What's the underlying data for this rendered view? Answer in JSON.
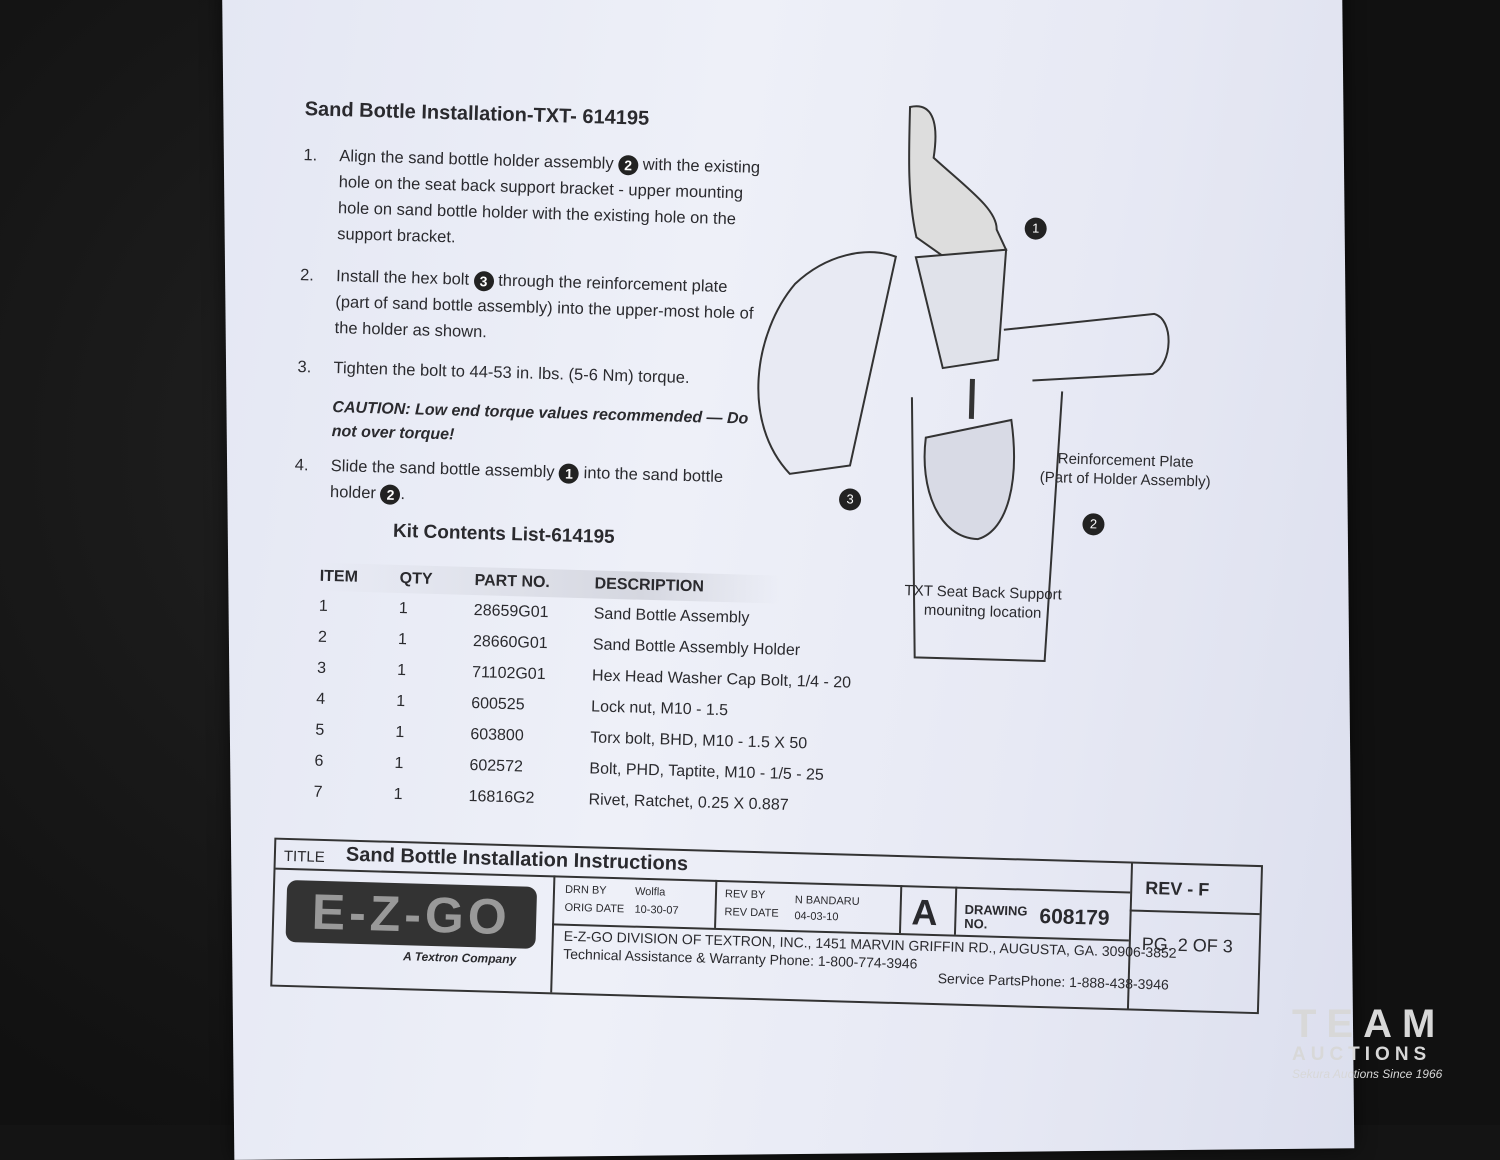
{
  "title": "Sand Bottle Installation-TXT- 614195",
  "steps": [
    {
      "num": "1.",
      "parts": [
        "Align the sand bottle holder assembly",
        "2",
        "with the existing hole on the seat back support bracket - upper mounting hole on sand bottle holder with the existing hole on the support bracket."
      ]
    },
    {
      "num": "2.",
      "parts": [
        "Install the hex bolt",
        "3",
        "through the reinforcement plate (part of sand bottle assembly) into the upper-most hole of the holder as shown."
      ]
    },
    {
      "num": "3.",
      "parts": [
        "Tighten the bolt to 44-53 in. lbs. (5-6 Nm) torque."
      ]
    },
    {
      "num": "4.",
      "parts": [
        "Slide the sand bottle assembly",
        "1",
        "into the sand bottle holder",
        "2",
        "."
      ]
    }
  ],
  "caution": "CAUTION:  Low end torque values recommended — Do not over torque!",
  "kit": {
    "title": "Kit Contents List-614195",
    "headers": [
      "ITEM",
      "QTY",
      "PART NO.",
      "DESCRIPTION"
    ],
    "rows": [
      [
        "1",
        "1",
        "28659G01",
        "Sand Bottle Assembly"
      ],
      [
        "2",
        "1",
        "28660G01",
        "Sand Bottle Assembly Holder"
      ],
      [
        "3",
        "1",
        "71102G01",
        "Hex Head Washer Cap Bolt, 1/4 - 20"
      ],
      [
        "4",
        "1",
        "600525",
        "Lock nut, M10 - 1.5"
      ],
      [
        "5",
        "1",
        "603800",
        "Torx bolt, BHD, M10 - 1.5 X 50"
      ],
      [
        "6",
        "1",
        "602572",
        "Bolt, PHD, Taptite, M10 - 1/5 - 25"
      ],
      [
        "7",
        "1",
        "16816G2",
        "Rivet, Ratchet, 0.25 X  0.887"
      ]
    ]
  },
  "diagram": {
    "callouts": {
      "one": "1",
      "two": "2",
      "three": "3"
    },
    "plate_label": "Reinforcement Plate",
    "plate_sub": "(Part of Holder Assembly)",
    "support_label": "TXT Seat Back Support",
    "support_sub": "mounitng location"
  },
  "title_block": {
    "title_label": "TITLE",
    "title": "Sand Bottle Installation Instructions",
    "logo": "E-Z-GO",
    "logo_sub": "A Textron Company",
    "drn_by_label": "DRN BY",
    "drn_by": "Wolfla",
    "orig_date_label": "ORIG DATE",
    "orig_date": "10-30-07",
    "rev_by_label": "REV BY",
    "rev_by": "N BANDARU",
    "rev_date_label": "REV DATE",
    "rev_date": "04-03-10",
    "size": "A",
    "drawing_label": "DRAWING NO.",
    "drawing_no": "608179",
    "rev": "REV - F",
    "page": "PG. 2 OF 3",
    "address": "E-Z-GO DIVISION OF TEXTRON, INC., 1451 MARVIN GRIFFIN RD., AUGUSTA, GA. 30906-3852",
    "phone1": "Technical Assistance & Warranty Phone: 1-800-774-3946",
    "phone2": "Service PartsPhone: 1-888-438-3946"
  },
  "watermark": {
    "line1": "TEAM",
    "line2": "AUCTIONS",
    "line3": "Sekura Auctions Since 1966"
  }
}
